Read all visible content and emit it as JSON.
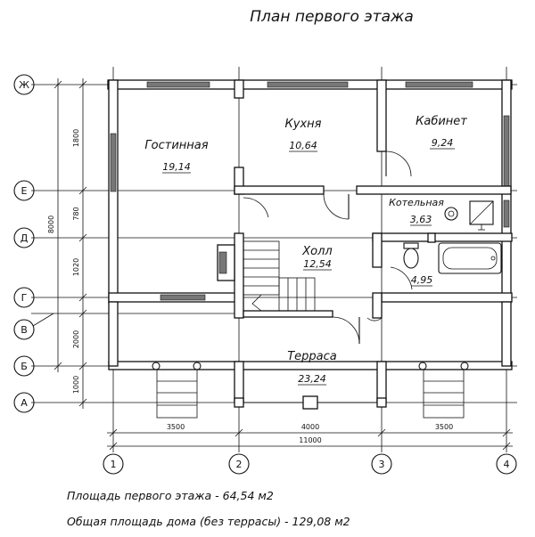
{
  "title": "План первого этажа",
  "rooms": {
    "living": {
      "name": "Гостинная",
      "area": "19,14"
    },
    "kitchen": {
      "name": "Кухня",
      "area": "10,64"
    },
    "study": {
      "name": "Кабинет",
      "area": "9,24"
    },
    "boiler": {
      "name": "Котельная",
      "area": "3,63"
    },
    "hall": {
      "name": "Холл",
      "area": "12,54"
    },
    "bath": {
      "name": "",
      "area": "4,95"
    },
    "terrace": {
      "name": "Терраса",
      "area": "23,24"
    }
  },
  "axes": {
    "rows": [
      "Ж",
      "Е",
      "Д",
      "Г",
      "В",
      "Б",
      "А"
    ],
    "cols": [
      "1",
      "2",
      "3",
      "4"
    ]
  },
  "dimensions": {
    "left": [
      "1800",
      "780",
      "1020",
      "2000",
      "1000"
    ],
    "left_total": "8000",
    "bottom": [
      "3500",
      "4000",
      "3500"
    ],
    "bottom_total": "11000"
  },
  "footer": {
    "line1": "Площадь первого этажа - 64,54 м2",
    "line2": "Общая площадь дома (без террасы) - 129,08 м2"
  }
}
